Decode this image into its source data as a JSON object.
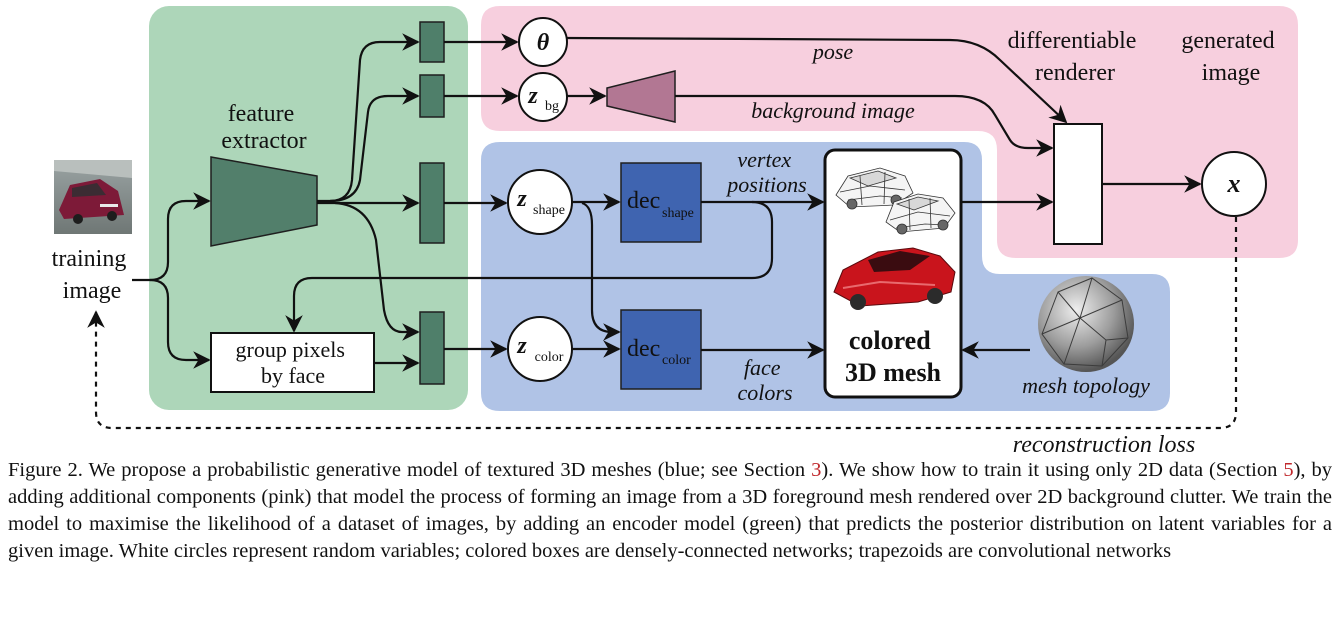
{
  "diagram": {
    "training_image_label": [
      "training",
      "image"
    ],
    "feature_extractor_label": [
      "feature",
      "extractor"
    ],
    "group_pixels_label": [
      "group pixels",
      "by face"
    ],
    "theta_symbol": "θ",
    "z_symbol": "z",
    "z_bg_sub": "bg",
    "z_shape_sub": "shape",
    "z_color_sub": "color",
    "dec_text": "dec",
    "dec_shape_sub": "shape",
    "dec_color_sub": "color",
    "pose_label": "pose",
    "background_image_label": "background image",
    "vertex_positions_label": [
      "vertex",
      "positions"
    ],
    "face_colors_label": [
      "face",
      "colors"
    ],
    "colored_mesh_label": [
      "colored",
      "3D mesh"
    ],
    "mesh_topology_label": "mesh topology",
    "renderer_label": [
      "differentiable",
      "renderer"
    ],
    "generated_image_label": [
      "generated",
      "image"
    ],
    "x_symbol": "x",
    "reconstruction_loss_label": "reconstruction loss",
    "colors": {
      "encoder_region": "#add6b9",
      "generative_region": "#b0c3e6",
      "image_formation_region": "#f7cfde",
      "dense_net_green": "#4f7f6a",
      "dense_net_blue": "#3f64b0",
      "conv_trapezoid_green": "#527f6b",
      "conv_trapezoid_pink": "#b27793",
      "car_red": "#c9141c",
      "reference_red": "#c0282c"
    }
  },
  "caption": {
    "part1": "Figure 2.  We propose a probabilistic generative model of textured 3D meshes (blue; see Section ",
    "ref1": "3",
    "part2": "). We show how to train it using only 2D data (Section ",
    "ref2": "5",
    "part3": "), by adding additional components (pink) that model the process of forming an image from a 3D foreground mesh rendered over 2D background clutter.  We train the model to maximise the likelihood of a dataset of images, by adding an encoder model (green) that predicts the posterior distribution on latent variables for a given image.  White circles represent random variables; colored boxes are densely-connected networks; trapezoids are convolutional networks"
  }
}
